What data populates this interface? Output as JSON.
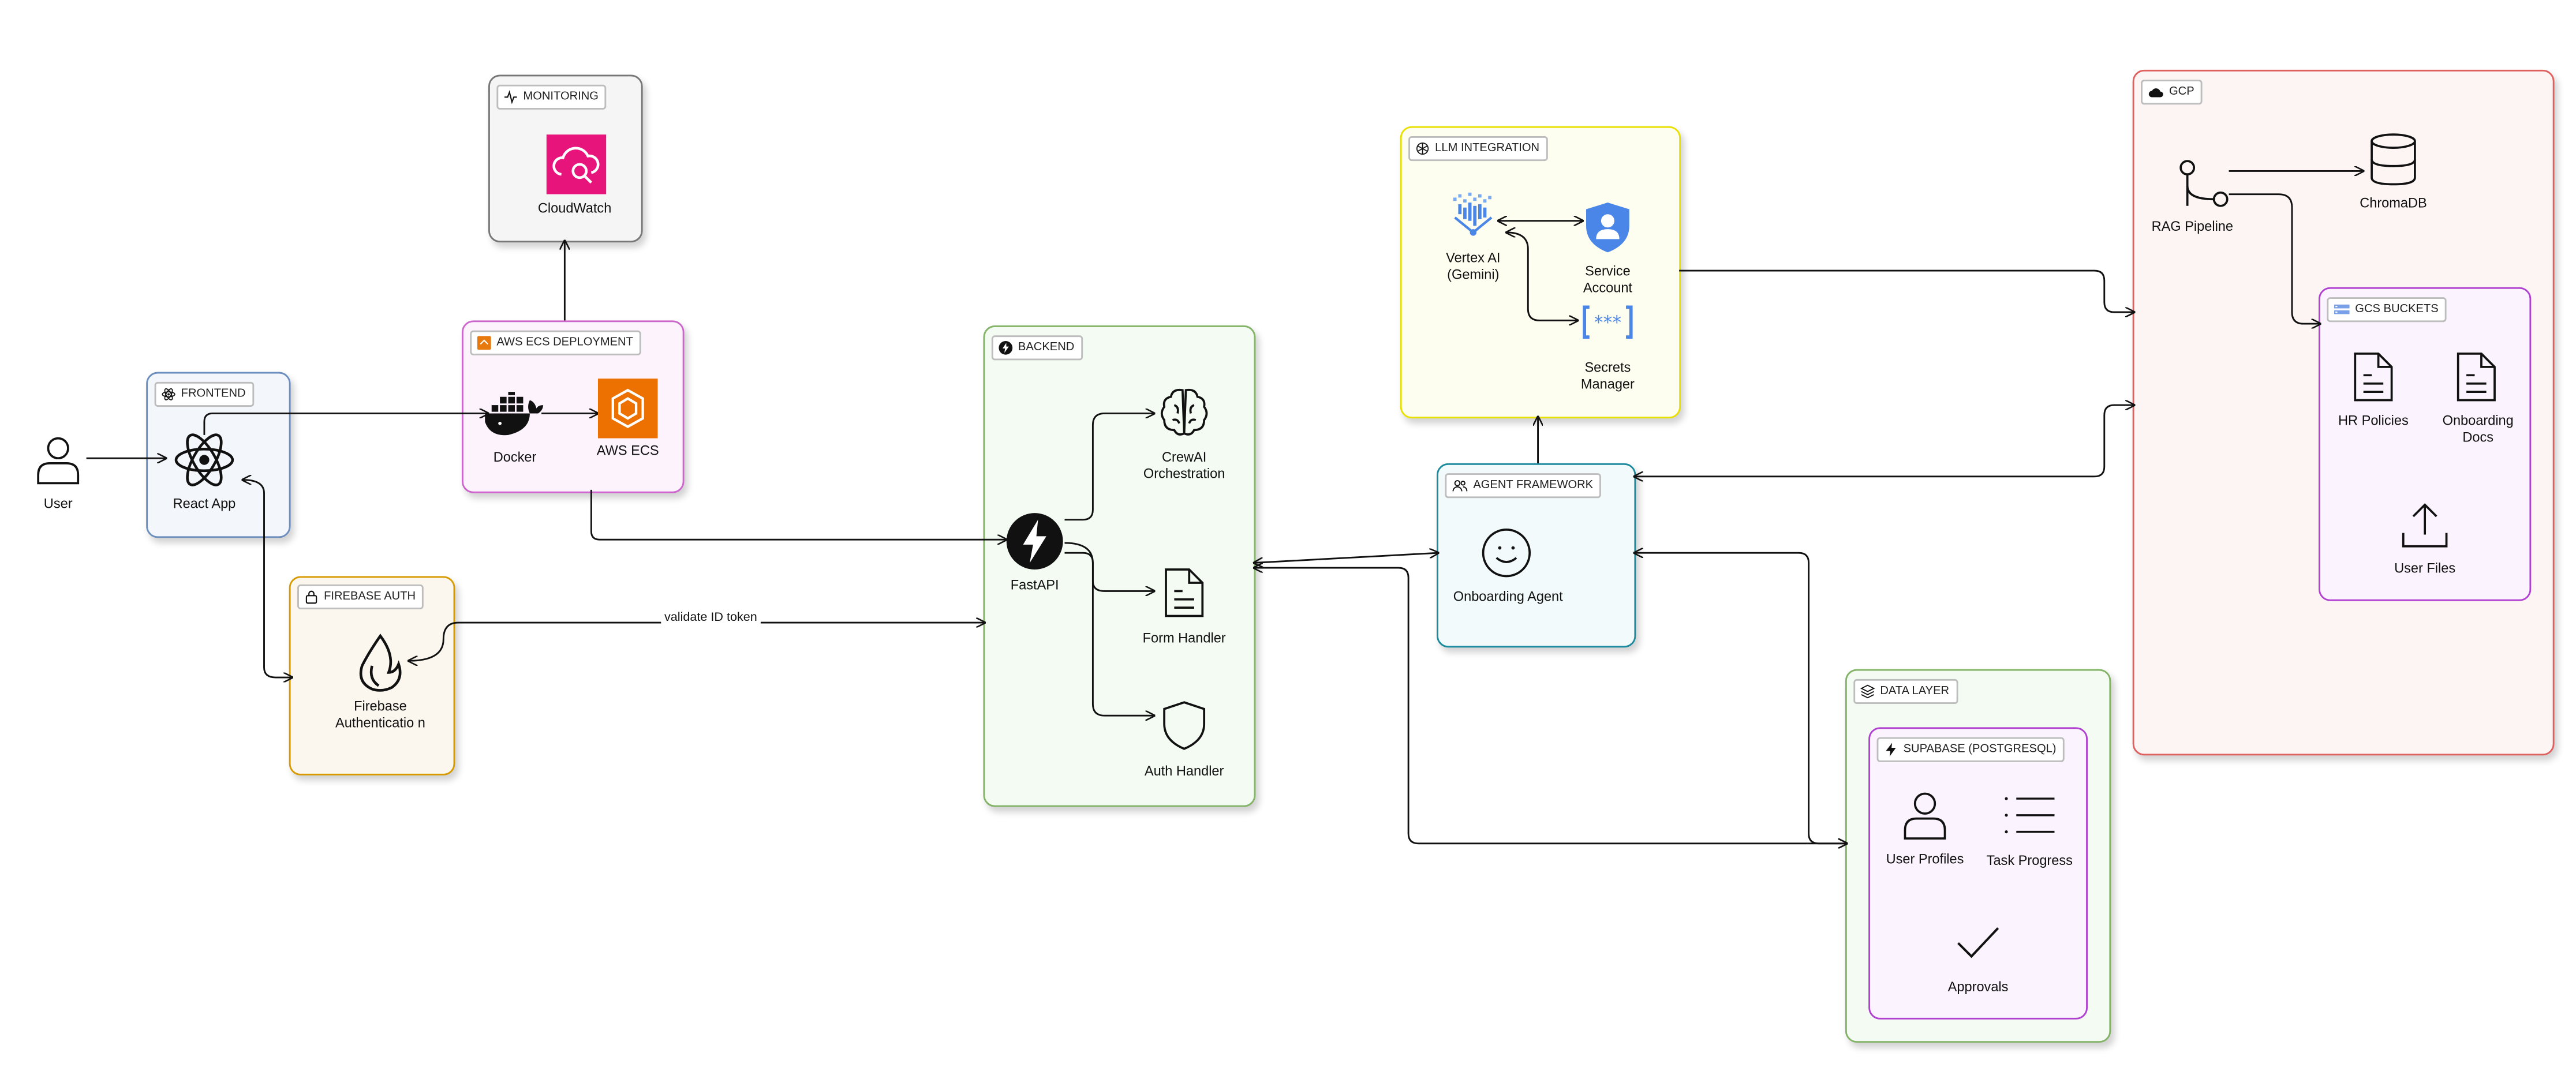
{
  "nodes": {
    "user": "User",
    "react_app": "React App",
    "docker": "Docker",
    "aws_ecs": "AWS ECS",
    "cloudwatch": "CloudWatch",
    "firebase_auth": "Firebase Authenticatio n",
    "fastapi": "FastAPI",
    "crewai": "CrewAI Orchestration",
    "form_handler": "Form Handler",
    "auth_handler": "Auth Handler",
    "vertex_ai": "Vertex AI (Gemini)",
    "service_account": "Service Account",
    "secrets_manager": "Secrets Manager",
    "onboarding_agent": "Onboarding Agent",
    "rag_pipeline": "RAG Pipeline",
    "chromadb": "ChromaDB",
    "hr_policies": "HR Policies",
    "onboarding_docs": "Onboarding Docs",
    "user_files": "User Files",
    "user_profiles": "User Profiles",
    "task_progress": "Task Progress",
    "approvals": "Approvals"
  },
  "groups": {
    "frontend": "FRONTEND",
    "monitoring": "MONITORING",
    "aws_ecs_deployment": "AWS ECS DEPLOYMENT",
    "firebase_auth": "FIREBASE AUTH",
    "backend": "BACKEND",
    "llm_integration": "LLM INTEGRATION",
    "agent_framework": "AGENT FRAMEWORK",
    "gcp": "GCP",
    "gcs_buckets": "GCS BUCKETS",
    "data_layer": "DATA LAYER",
    "supabase": "SUPABASE (POSTGRESQL)"
  },
  "edges": {
    "validate_token": "validate ID token"
  },
  "colors": {
    "frontend": "#6c8ebf",
    "monitoring": "#666666",
    "aws": "#cc66cc",
    "firebase": "#d79b00",
    "backend": "#82b366",
    "llm": "#e8e000",
    "agent": "#1b8a9c",
    "gcp": "#e06060",
    "gcs": "#b040d0",
    "data": "#82b366",
    "supabase": "#b040d0"
  }
}
